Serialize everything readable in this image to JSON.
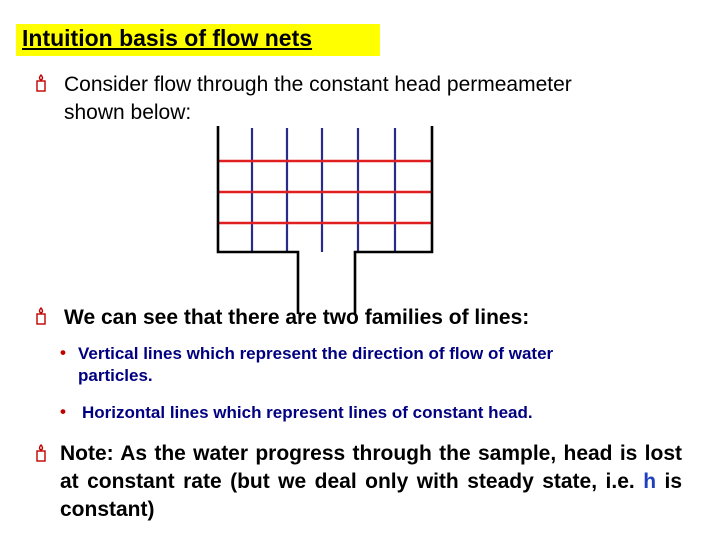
{
  "title": "Intuition basis of flow nets",
  "bullet1": {
    "text_line1": "Consider flow through the constant head permeameter",
    "text_line2": "shown below:"
  },
  "bullet2": {
    "text": "We can see that there are two families of lines:"
  },
  "subbullets": [
    {
      "marker": "•",
      "line1": "Vertical lines which represent the direction of flow of water",
      "line2": "particles."
    },
    {
      "marker": "•",
      "line1": "Horizontal lines which represent lines of constant head."
    }
  ],
  "note": {
    "before": "Note: As the water progress through the sample, head is lost at constant rate (but we deal only with steady state, i.e.",
    "variable": "h",
    "after": "is constant)"
  },
  "colors": {
    "title_highlight": "#ffff00",
    "flow_lines": "#2a2a8a",
    "equipotential_lines": "#e02020",
    "subbullet_text": "#000080"
  }
}
